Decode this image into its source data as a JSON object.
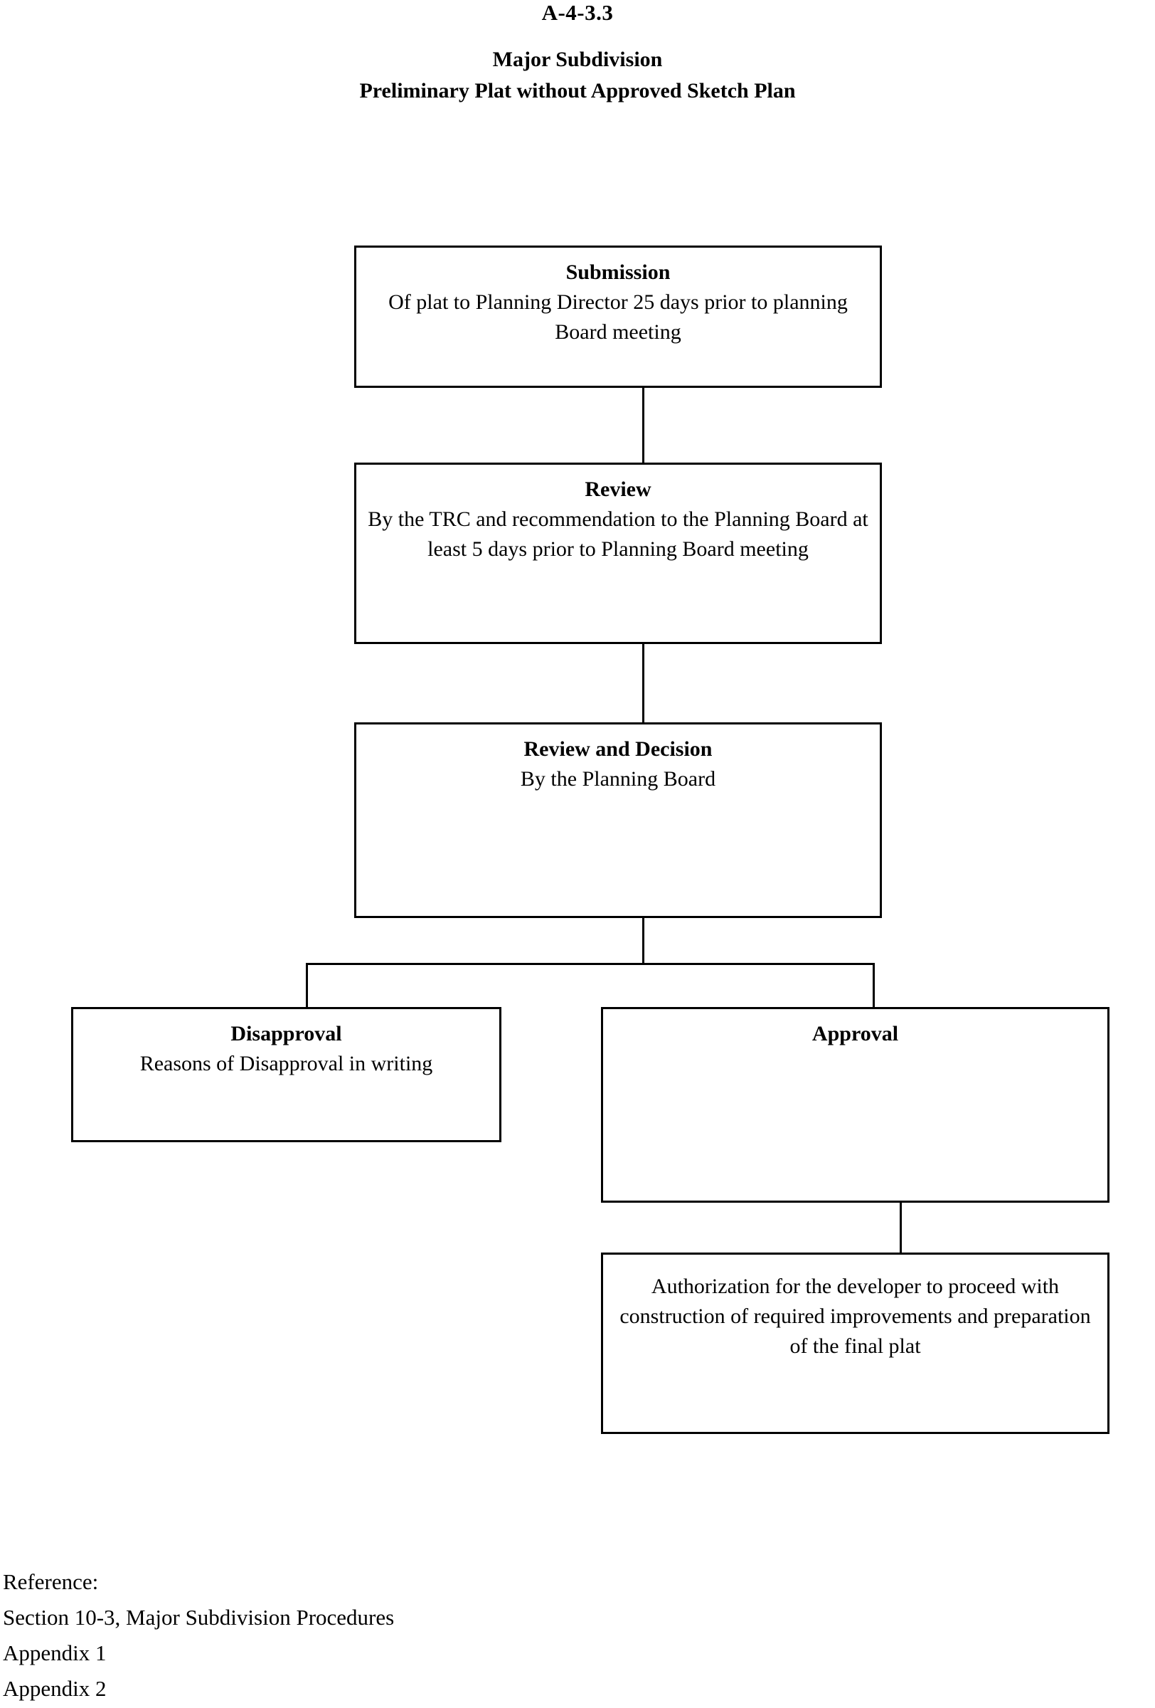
{
  "header": {
    "doc_code": "A-4-3.3",
    "title_line1": "Major Subdivision",
    "title_line2": "Preliminary Plat without Approved Sketch Plan"
  },
  "flow": {
    "nodes": [
      {
        "id": "submission",
        "title": "Submission",
        "body": "Of plat to Planning Director 25 days prior to planning Board meeting"
      },
      {
        "id": "review",
        "title": "Review",
        "body": "By the TRC and recommendation to the Planning Board at least 5 days prior to Planning Board meeting"
      },
      {
        "id": "review-decision",
        "title": "Review and Decision",
        "body": "By the Planning Board"
      },
      {
        "id": "disapproval",
        "title": "Disapproval",
        "body": "Reasons of Disapproval in writing"
      },
      {
        "id": "approval",
        "title": "Approval",
        "body": ""
      },
      {
        "id": "authorization",
        "title": "",
        "body": "Authorization for the developer to proceed with construction of required improvements and preparation of the final plat"
      }
    ]
  },
  "reference": {
    "label": "Reference:",
    "line1": "Section 10-3, Major Subdivision Procedures",
    "line2": "Appendix 1",
    "line3": "Appendix 2"
  }
}
